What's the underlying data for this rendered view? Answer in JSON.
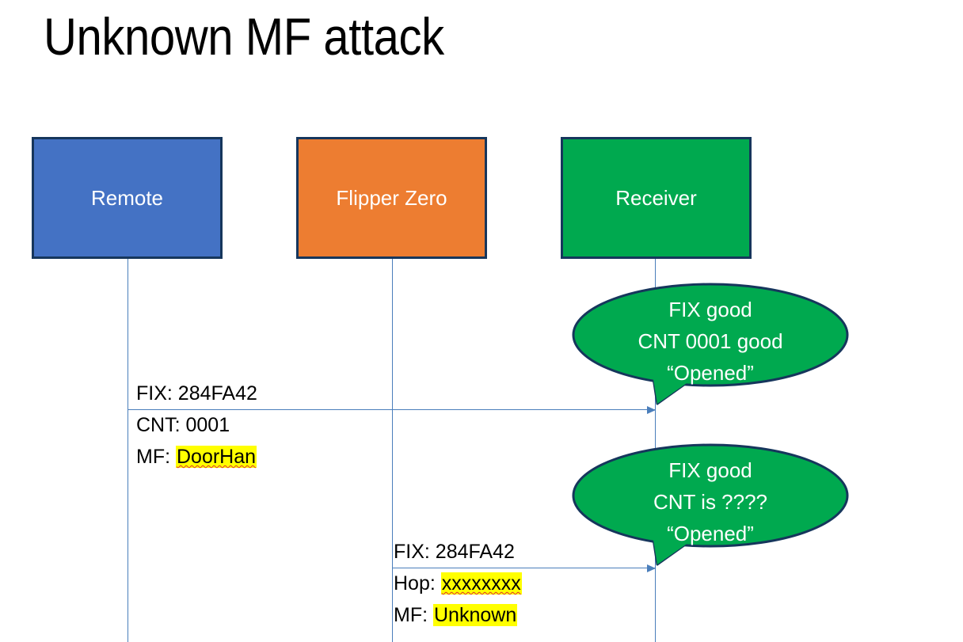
{
  "slide": {
    "title": "Unknown MF attack",
    "background": "#FFFFFF"
  },
  "colors": {
    "remote_box": "#4472C4",
    "flipper_box": "#ED7D31",
    "receiver_box": "#00A94F",
    "box_border": "#16365C",
    "lifeline": "#4A7EBB",
    "highlight": "#FFFF00",
    "spellcheck_underline": "#E03030",
    "text_dark": "#000000",
    "text_light": "#FFFFFF"
  },
  "actors": [
    {
      "id": "remote",
      "label": "Remote"
    },
    {
      "id": "flipper",
      "label": "Flipper Zero"
    },
    {
      "id": "receiver",
      "label": "Receiver"
    }
  ],
  "messages": [
    {
      "id": "msg-1",
      "from": "remote",
      "to": "receiver",
      "lines": [
        {
          "prefix": "FIX: ",
          "value": "284FA42",
          "highlight": false,
          "spellcheck": false
        },
        {
          "prefix": "CNT: ",
          "value": "0001",
          "highlight": false,
          "spellcheck": false
        },
        {
          "prefix": "MF: ",
          "value": "DoorHan",
          "highlight": true,
          "spellcheck": true
        }
      ]
    },
    {
      "id": "msg-2",
      "from": "flipper",
      "to": "receiver",
      "lines": [
        {
          "prefix": "FIX: ",
          "value": "284FA42",
          "highlight": false,
          "spellcheck": false
        },
        {
          "prefix": "Hop: ",
          "value": "xxxxxxxx",
          "highlight": true,
          "spellcheck": true
        },
        {
          "prefix": "MF: ",
          "value": "Unknown",
          "highlight": true,
          "spellcheck": false
        }
      ]
    }
  ],
  "bubbles": [
    {
      "id": "bubble-1",
      "owner": "receiver",
      "lines": [
        "FIX good",
        "CNT 0001 good",
        "“Opened”"
      ]
    },
    {
      "id": "bubble-2",
      "owner": "receiver",
      "lines": [
        "FIX good",
        "CNT is ????",
        "“Opened”"
      ]
    }
  ]
}
